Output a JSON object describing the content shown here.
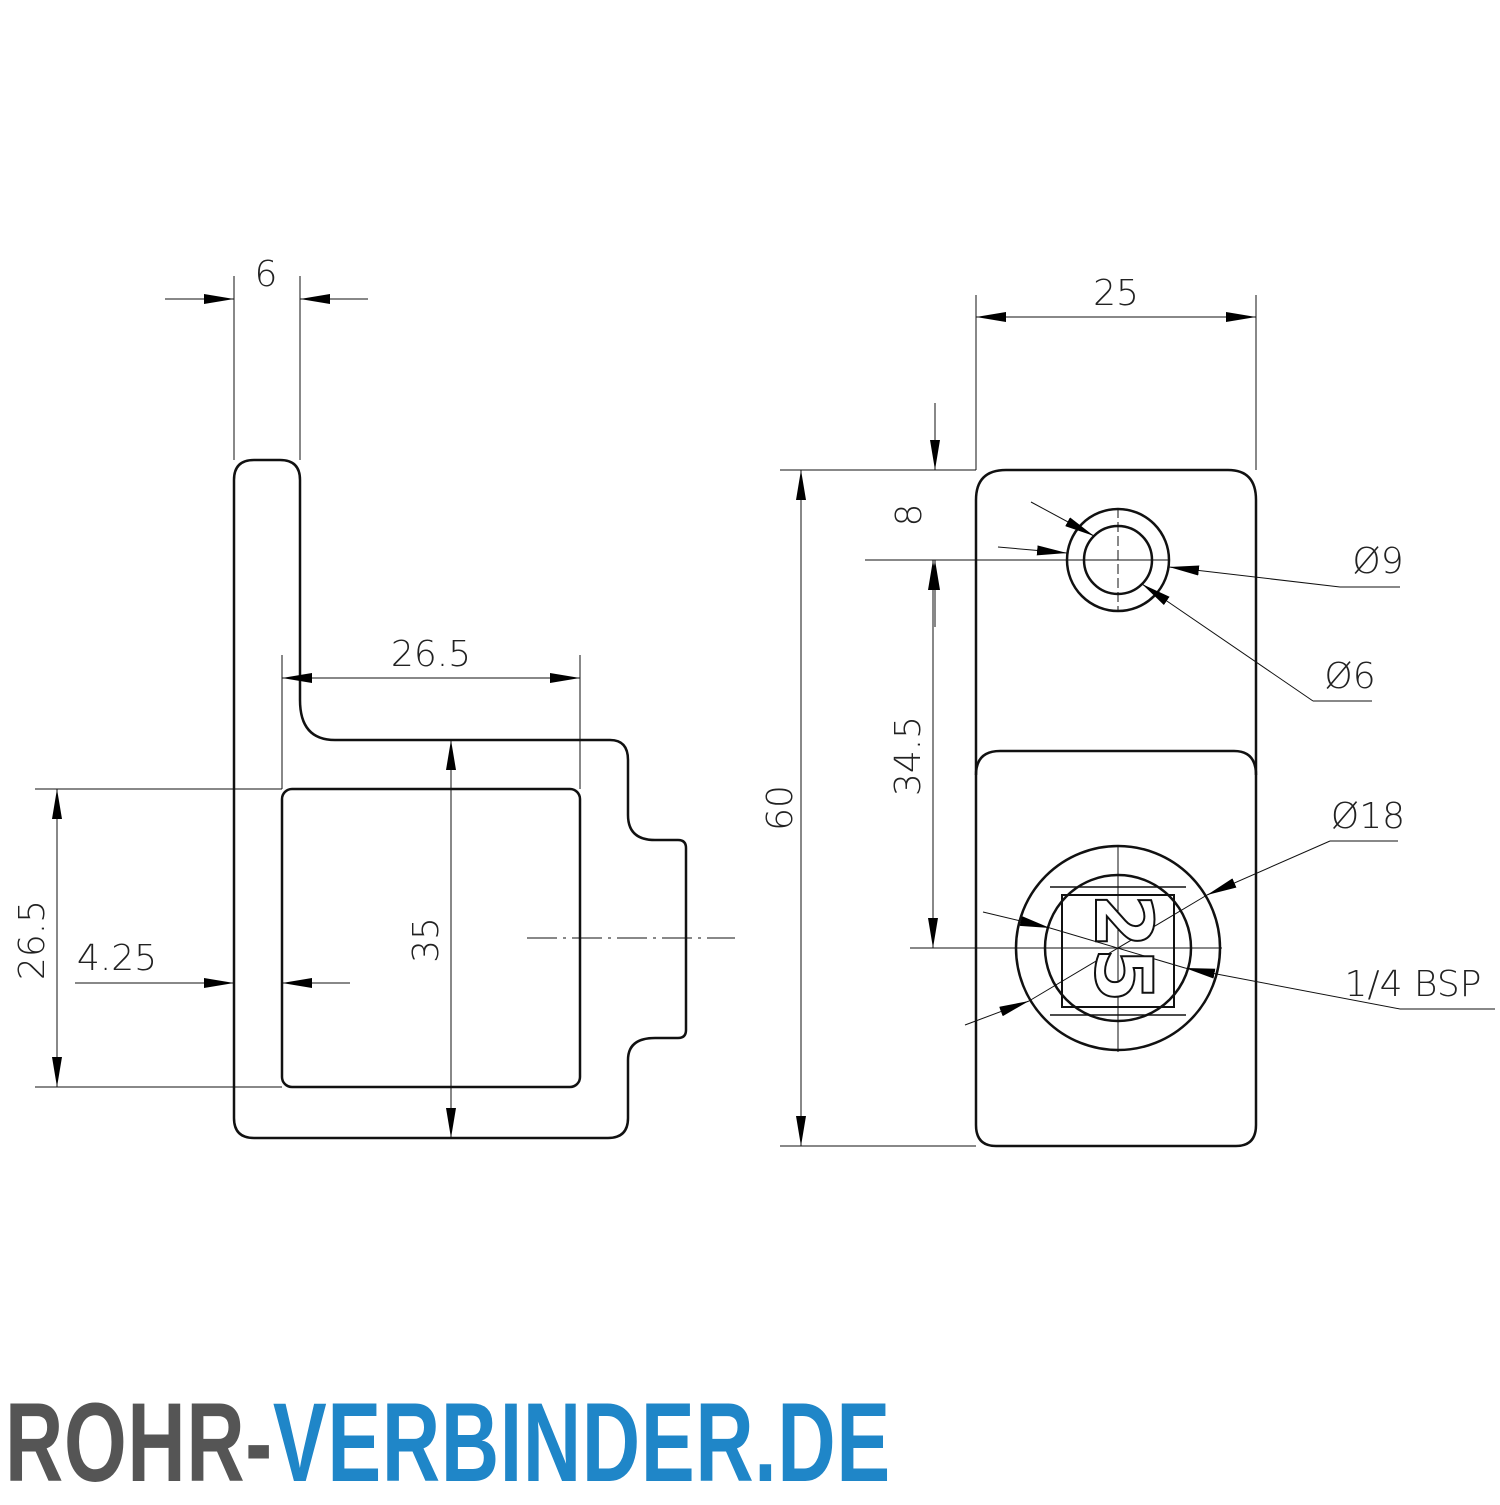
{
  "drawing": {
    "side_view": {
      "dimensions": {
        "flange_thickness": "6",
        "inner_width": "26.5",
        "inner_height": "26.5",
        "wall_offset": "4.25",
        "outer_height": "35"
      }
    },
    "front_view": {
      "dimensions": {
        "width": "25",
        "total_height": "60",
        "hole_offset": "8",
        "hole_to_thread": "34.5",
        "hole_outer_diameter": "Ø9",
        "hole_inner_diameter": "Ø6",
        "boss_diameter": "Ø18",
        "thread": "1/4 BSP"
      },
      "stamp": "25"
    }
  },
  "logo": {
    "part1": "ROHR-",
    "part2": "VERBINDER.DE",
    "colors": {
      "part1": "#555555",
      "part2": "#1f86c8"
    }
  }
}
